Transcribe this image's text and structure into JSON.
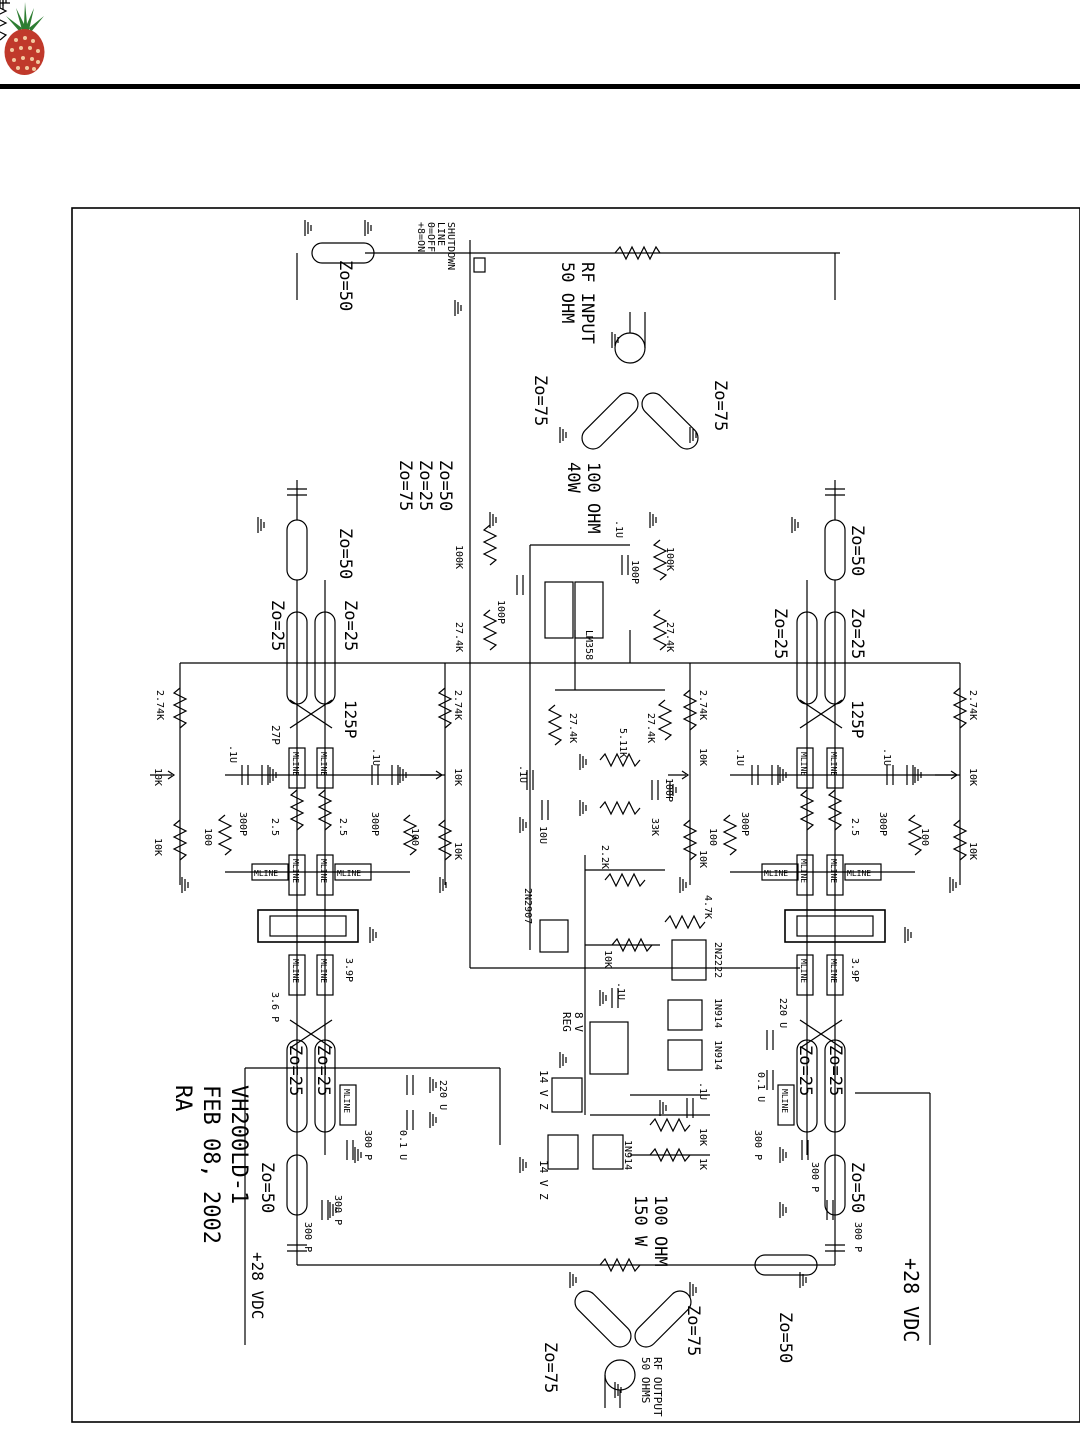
{
  "colors": {
    "line": "#000000",
    "logo_body": "#c0392b",
    "logo_leaf": "#2e7d32",
    "logo_dot": "#f2c9a0"
  },
  "icons": {
    "logo": "pineapple-logo-icon"
  },
  "title_block": {
    "model": "VH200LD-1",
    "date": "FEB 08, 2002",
    "initials": "RA"
  },
  "ports": {
    "rf_input": [
      "RF INPUT",
      "50 OHM"
    ],
    "rf_output": [
      "RF OUTPUT",
      "50 OHMS"
    ],
    "shutdown": [
      "SHUTDOWN",
      "LINE",
      "0=OFF",
      "+8=ON"
    ],
    "supply_left": "+28 VDC",
    "supply_right": "+28 VDC"
  },
  "labels": {
    "zo75": "Zo=75",
    "zo50": "Zo=50",
    "zo25": "Zo=25",
    "input_load": [
      "100 OHM",
      "40W"
    ],
    "output_load": [
      "100 OHM",
      "150 W"
    ],
    "line_stack": [
      "Zo=50",
      "Zo=25",
      "Zo=75"
    ],
    "mline": "MLINE",
    "lm358": "LM358",
    "c125p": "125P",
    "c27p": "27P",
    "c300p": "300P",
    "c300p_sp": "300 P",
    "cp1u": ".1U",
    "c01u": "0.1 U",
    "c220u": "220 U",
    "c100p": "100P",
    "c10u": "10U",
    "c3_9p": "3.9P",
    "c3_6p": "3.6 P",
    "r2_74k": "2.74K",
    "r10k": "10K",
    "r100": "100",
    "r2_5": "2.5",
    "r27_4k": "27.4K",
    "r100k": "100K",
    "r5_11k": "5.11K",
    "r33k": "33K",
    "r2_2k": "2.2K",
    "r4_7k": "4.7K",
    "r1k": "1K",
    "q2n2907": "2N2907",
    "q2n2222": "2N2222",
    "d1n914": "1N914",
    "reg": [
      "8 V",
      "REG"
    ],
    "zener": "14 V Z"
  }
}
